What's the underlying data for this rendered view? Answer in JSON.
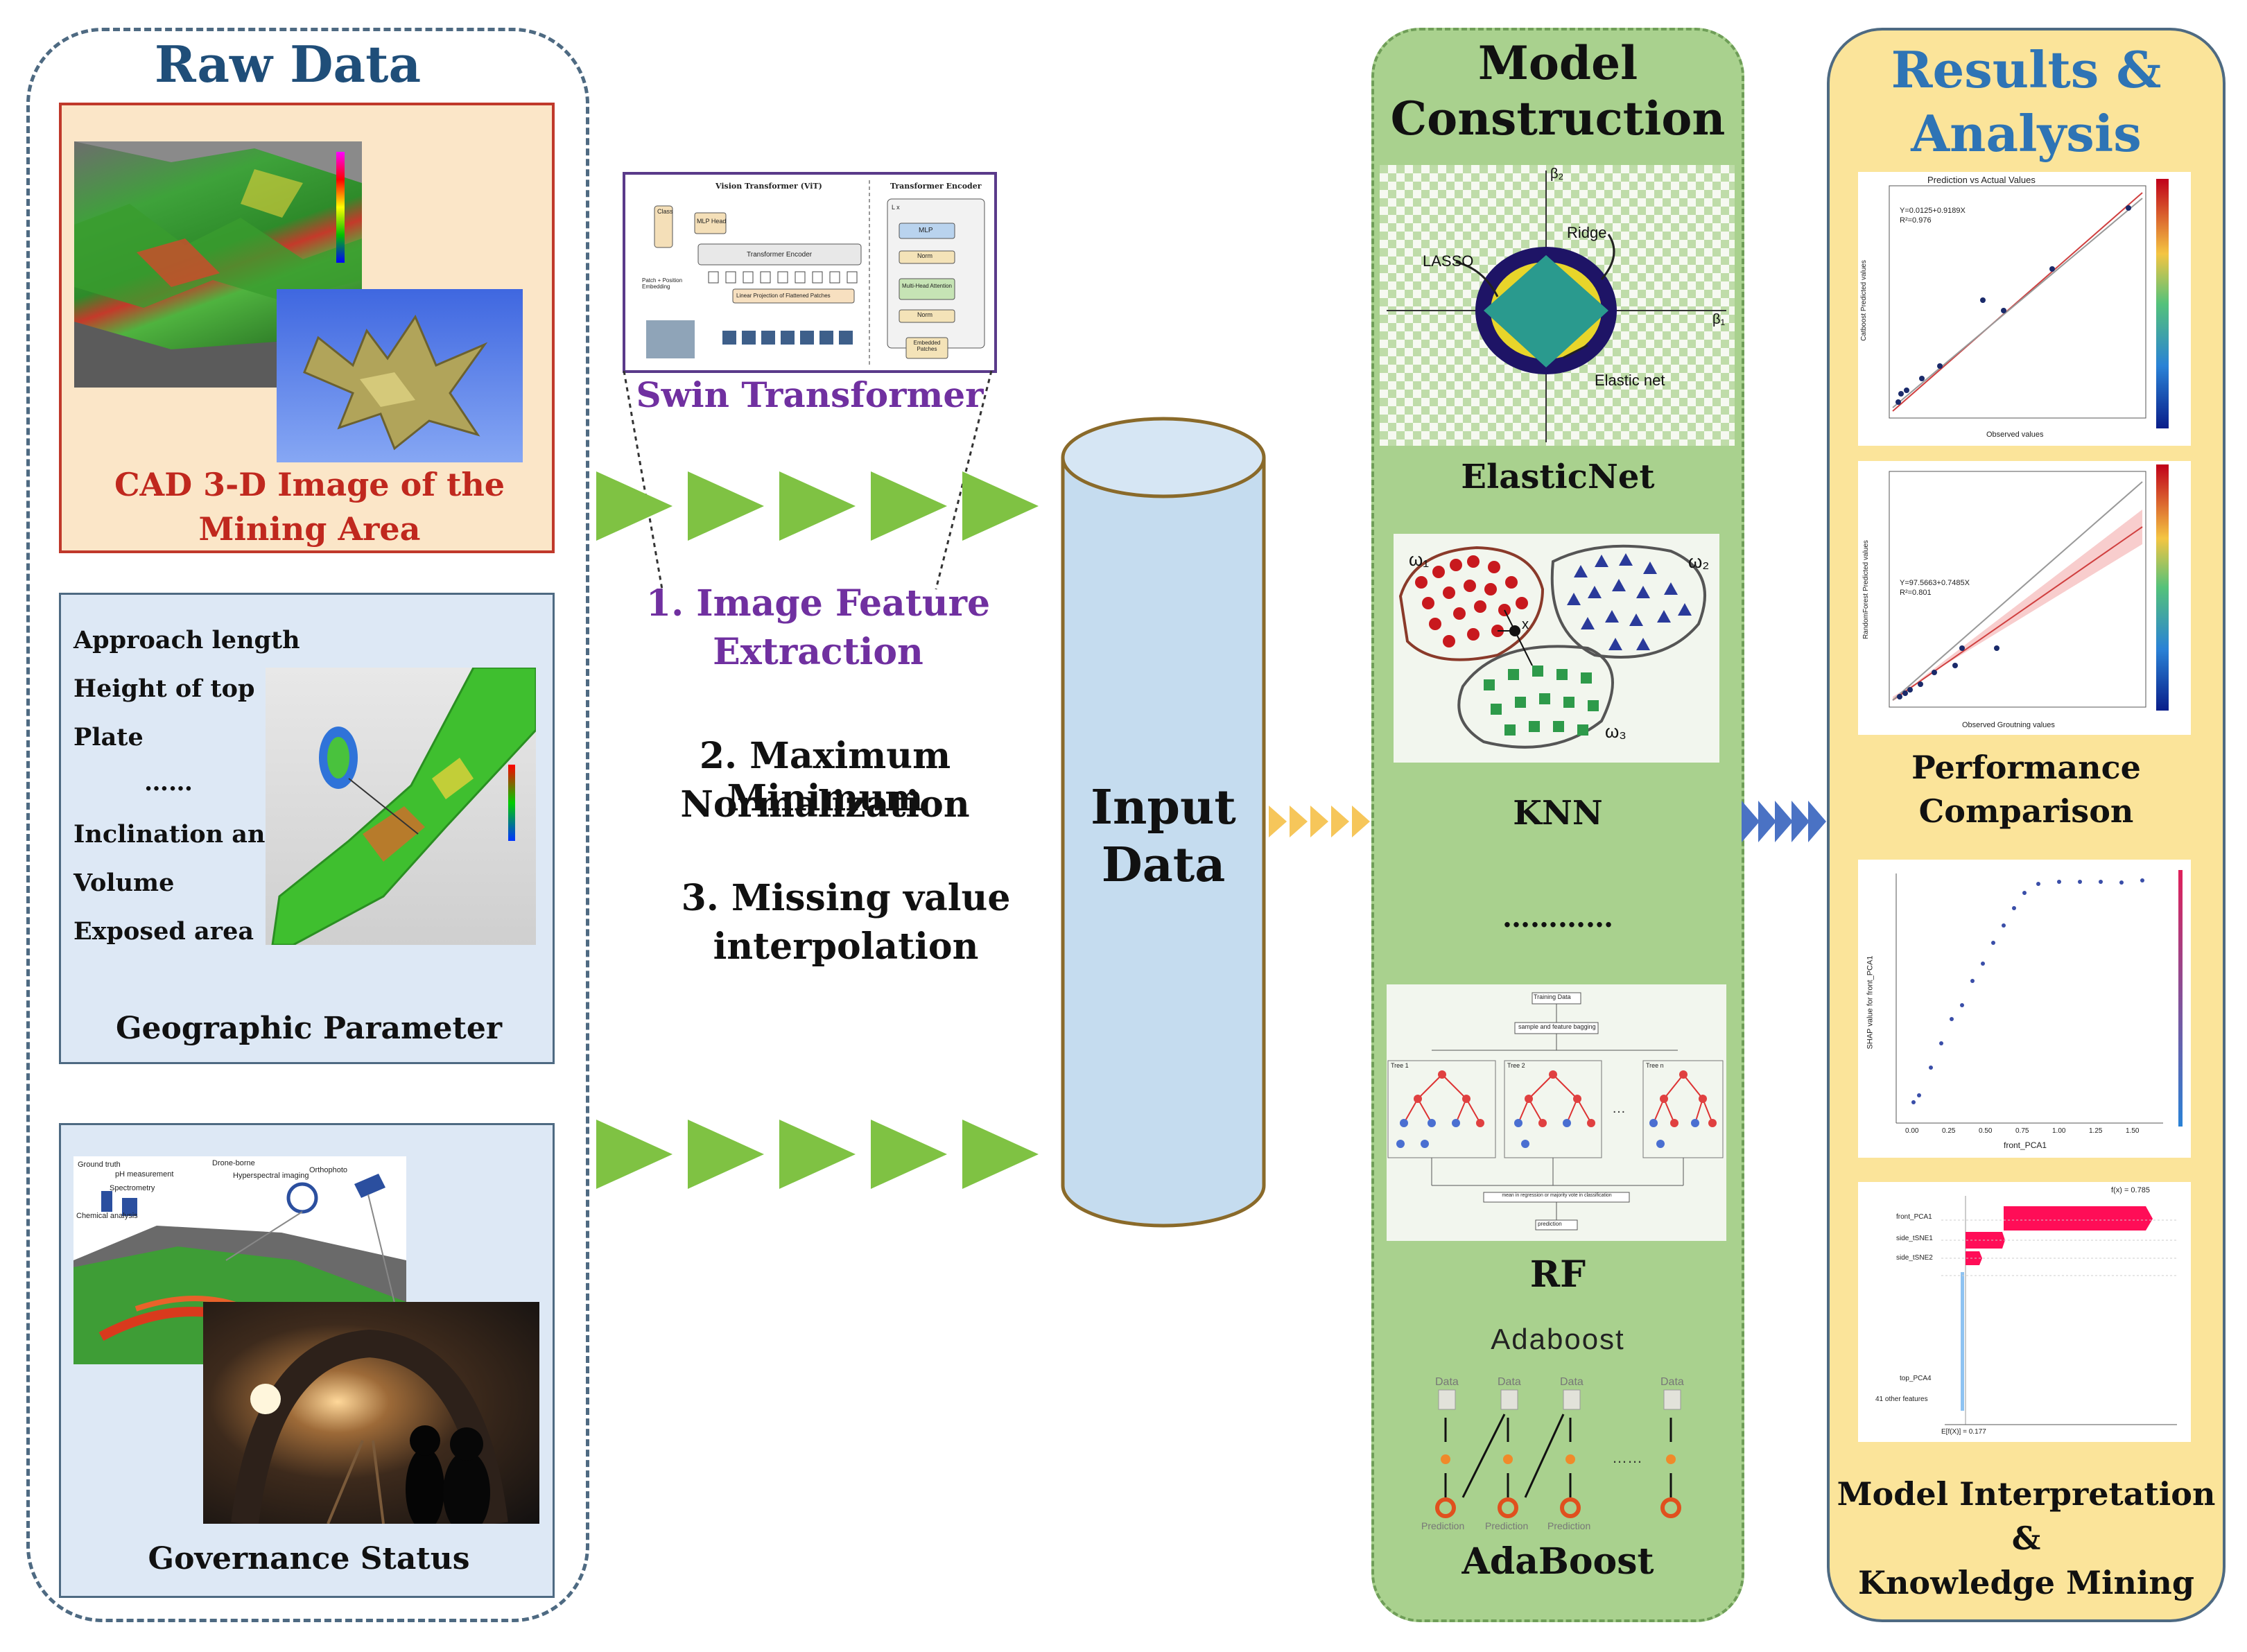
{
  "raw_data": {
    "title": "Raw Data",
    "cad": {
      "caption_line1": "CAD  3-D Image  of the",
      "caption_line2": "Mining Area"
    },
    "geo": {
      "params": [
        "Approach length",
        "Height of top",
        "Plate",
        "……",
        "Inclination angle",
        "Volume",
        "Exposed area"
      ],
      "caption": "Geographic Parameter"
    },
    "gov": {
      "caption": "Governance Status",
      "tiny_labels": [
        "Ground truth",
        "pH measurement",
        "Chemical analysis",
        "Spectrometry",
        "Drone-borne",
        "Hyperspectral imaging",
        "Orthophoto"
      ]
    }
  },
  "processing": {
    "swin_label": "Swin Transformer",
    "vit_title": "Vision Transformer (ViT)",
    "encoder_title": "Transformer Encoder",
    "vit_blocks": {
      "class": "Class",
      "mlp_head": "MLP Head",
      "encoder": "Transformer Encoder",
      "patch_embed": "Patch + Position Embedding",
      "linear_proj": "Linear Projection of Flattened Patches"
    },
    "encoder_blocks": {
      "lx": "L x",
      "mlp": "MLP",
      "norm1": "Norm",
      "mha": "Multi-Head Attention",
      "norm2": "Norm",
      "embedded": "Embedded Patches"
    },
    "steps": [
      {
        "line1": "1.  Image Feature",
        "line2": "Extraction"
      },
      {
        "line1": "2.  Maximum Minimum",
        "line2": "Normalization"
      },
      {
        "line1": "3.  Missing value",
        "line2": "interpolation"
      }
    ]
  },
  "input": {
    "line1": "Input",
    "line2": "Data"
  },
  "model": {
    "title_line1": "Model",
    "title_line2": "Construction",
    "elastic": {
      "label": "ElasticNet",
      "lasso": "LASSO",
      "ridge": "Ridge",
      "enet": "Elastic net",
      "axis_y": "β₂",
      "axis_x": "β₁"
    },
    "knn": {
      "label": "KNN",
      "w1": "ω₁",
      "w2": "ω₂",
      "w3": "ω₃",
      "xq": "x"
    },
    "ellipsis": "…………",
    "rf": {
      "label": "RF",
      "training": "Training Data",
      "bagging": "sample and feature bagging",
      "tree1": "Tree 1",
      "tree2": "Tree 2",
      "treen": "Tree n",
      "vote": "mean in regression or majority vote in classification",
      "prediction": "prediction"
    },
    "ada": {
      "heading": "Adaboost",
      "label": "AdaBoost",
      "data": "Data",
      "pred": "Prediction"
    }
  },
  "results": {
    "title_line1": "Results &",
    "title_line2": "Analysis",
    "plot1": {
      "title": "Prediction vs Actual Values",
      "xlabel": "Observed values",
      "ylabel": "Catboost Predicted values",
      "eq": "Y=0.0125+0.9189X",
      "r2": "R²=0.976"
    },
    "plot2": {
      "xlabel": "Observed Groutning values",
      "ylabel": "RandomForest Predicted values",
      "eq": "Y=97.5663+0.7485X",
      "r2": "R²=0.801"
    },
    "perf_line1": "Performance",
    "perf_line2": "Comparison",
    "shap": {
      "xlabel": "front_PCA1",
      "ylabel": "SHAP value for front_PCA1",
      "xticks": [
        "0.00",
        "0.25",
        "0.50",
        "0.75",
        "1.00",
        "1.25",
        "1.50"
      ]
    },
    "waterfall": {
      "rows": [
        "front_PCA1",
        "side_tSNE1",
        "side_tSNE2",
        "top_PCA4",
        "41 other features"
      ],
      "fx": "f(x) = 0.785",
      "efx": "E[f(X)] = 0.177"
    },
    "interp_line1": "Model Interpretation",
    "interp_line2": "&",
    "interp_line3": "Knowledge Mining"
  }
}
